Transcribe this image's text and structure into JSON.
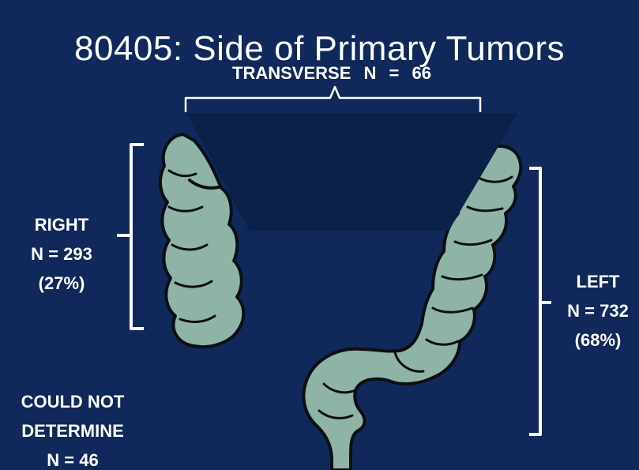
{
  "title": "80405: Side of Primary Tumors",
  "colors": {
    "background": "#10285a",
    "colon_fill": "#8fb3a6",
    "colon_outline": "#0c0f14",
    "transverse_block": "#0b2148",
    "bracket": "#ffffff",
    "text": "#ffffff"
  },
  "regions": {
    "transverse": {
      "name": "TRANSVERSE",
      "n": "N = 66"
    },
    "right": {
      "name": "RIGHT",
      "n": "N = 293",
      "pct": "(27%)"
    },
    "left": {
      "name": "LEFT",
      "n": "N = 732",
      "pct": "(68%)"
    },
    "undetermined": {
      "line1": "COULD NOT",
      "line2": "DETERMINE",
      "n": "N = 46"
    }
  }
}
